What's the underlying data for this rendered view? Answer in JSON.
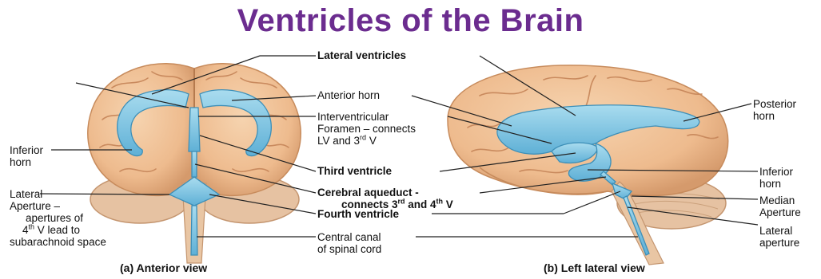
{
  "title": "Ventricles of the Brain",
  "labels": {
    "lateral_ventricles": "Lateral ventricles",
    "anterior_horn": "Anterior horn",
    "interventricular_1": "Interventricular",
    "interventricular_2": "Foramen – connects",
    "interventricular_3a": "LV and 3",
    "interventricular_3sup": "rd",
    "interventricular_3b": " V",
    "third_ventricle": "Third ventricle",
    "cerebral_aqueduct": "Cerebral aqueduct -",
    "aqueduct_connects_a": "connects 3",
    "aqueduct_connects_sup1": "rd",
    "aqueduct_connects_b": " and 4",
    "aqueduct_connects_sup2": "th",
    "aqueduct_connects_c": " V",
    "fourth_ventricle": "Fourth ventricle",
    "central_canal_1": "Central canal",
    "central_canal_2": "of spinal cord",
    "left_inferior_horn_1": "Inferior",
    "left_inferior_horn_2": "horn",
    "lateral_aperture_1": "Lateral",
    "lateral_aperture_2": "Aperture –",
    "lateral_aperture_3": "apertures of",
    "lateral_aperture_4a": "4",
    "lateral_aperture_4sup": "th",
    "lateral_aperture_4b": " V lead to",
    "lateral_aperture_5": "subarachnoid space",
    "posterior_horn_1": "Posterior",
    "posterior_horn_2": "horn",
    "right_inferior_horn_1": "Inferior",
    "right_inferior_horn_2": "horn",
    "median_aperture_1": "Median",
    "median_aperture_2": "Aperture",
    "right_lateral_aperture_1": "Lateral",
    "right_lateral_aperture_2": "aperture"
  },
  "captions": {
    "anterior": "(a) Anterior view",
    "lateral": "(b) Left lateral view"
  },
  "colors": {
    "title": "#6b2c8f",
    "brain": "#f0c49a",
    "brain_shadow": "#d99f72",
    "gyri": "#c98a5e",
    "ventricle": "#7cc3e0",
    "ventricle_edge": "#3d8fb8",
    "cerebellum": "#e8c3a0",
    "leader": "#222222"
  }
}
